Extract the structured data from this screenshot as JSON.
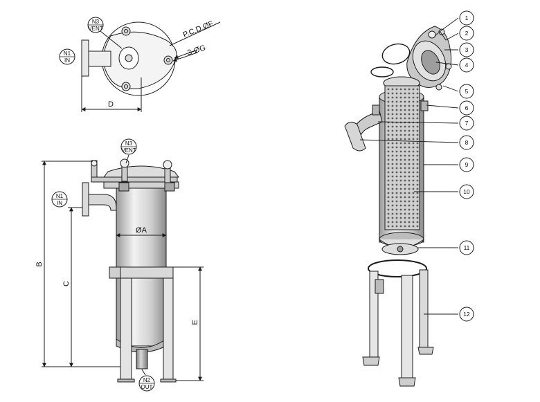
{
  "top_view": {
    "n3_tag": "N3",
    "n3_sub": "VENT",
    "n1_tag": "N1",
    "n1_sub": "IN",
    "pcd_label": "P.C.D.ØF",
    "bolt_label": "3-ØG",
    "dim_d": "D"
  },
  "front_view": {
    "n3_tag": "N3",
    "n3_sub": "VENT",
    "n1_tag": "N1",
    "n1_sub": "IN",
    "n2_tag": "N2",
    "n2_sub": "OUT",
    "dim_a": "ØA",
    "dim_b": "B",
    "dim_c": "C",
    "dim_e": "E"
  },
  "exploded_view": {
    "callouts": [
      "1",
      "2",
      "3",
      "4",
      "5",
      "6",
      "7",
      "8",
      "9",
      "10",
      "11",
      "12"
    ]
  },
  "colors": {
    "line": "#1a1a1a",
    "steel_light": "#e6e6e6",
    "steel_mid": "#bdbdbd",
    "steel_dark": "#8a8a8a"
  }
}
